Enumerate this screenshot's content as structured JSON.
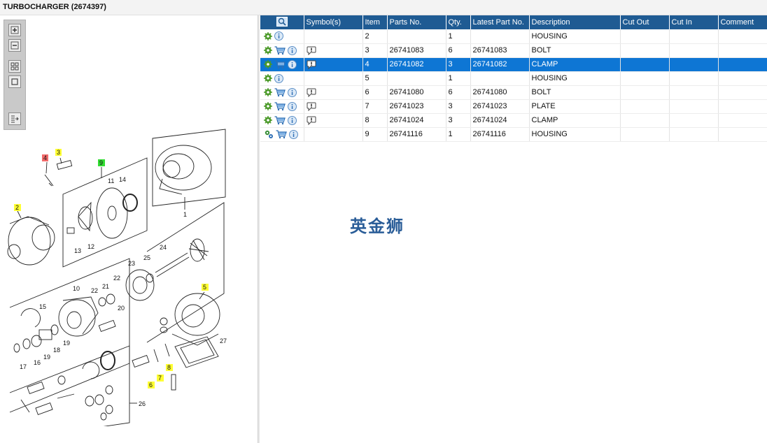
{
  "window": {
    "title": "TURBOCHARGER (2674397)"
  },
  "zoom_toolbar": {
    "buttons": [
      "zoom-in-icon",
      "zoom-out-icon",
      "fit-all-icon",
      "fit-page-icon",
      "export-icon"
    ]
  },
  "table": {
    "columns": [
      "",
      "Symbol(s)",
      "Item",
      "Parts No.",
      "Qty.",
      "Latest Part No.",
      "Description",
      "Cut Out",
      "Cut In",
      "Comment"
    ],
    "rows": [
      {
        "item": "2",
        "parts_no": "",
        "qty": "1",
        "latest": "",
        "description": "HOUSING",
        "cart": false,
        "note": false,
        "multi": false
      },
      {
        "item": "3",
        "parts_no": "26741083",
        "qty": "6",
        "latest": "26741083",
        "description": "BOLT",
        "cart": true,
        "note": true,
        "multi": false
      },
      {
        "item": "4",
        "parts_no": "26741082",
        "qty": "3",
        "latest": "26741082",
        "description": "CLAMP",
        "cart": true,
        "note": true,
        "multi": false,
        "selected": true
      },
      {
        "item": "5",
        "parts_no": "",
        "qty": "1",
        "latest": "",
        "description": "HOUSING",
        "cart": false,
        "note": false,
        "multi": false
      },
      {
        "item": "6",
        "parts_no": "26741080",
        "qty": "6",
        "latest": "26741080",
        "description": "BOLT",
        "cart": true,
        "note": true,
        "multi": false
      },
      {
        "item": "7",
        "parts_no": "26741023",
        "qty": "3",
        "latest": "26741023",
        "description": "PLATE",
        "cart": true,
        "note": true,
        "multi": false
      },
      {
        "item": "8",
        "parts_no": "26741024",
        "qty": "3",
        "latest": "26741024",
        "description": "CLAMP",
        "cart": true,
        "note": true,
        "multi": false
      },
      {
        "item": "9",
        "parts_no": "26741116",
        "qty": "1",
        "latest": "26741116",
        "description": "HOUSING",
        "cart": true,
        "note": false,
        "multi": true
      }
    ]
  },
  "watermark": "英金狮",
  "drawing": {
    "callouts": {
      "c1": "1",
      "c2": "2",
      "c3": "3",
      "c4": "4",
      "c5": "5",
      "c6": "6",
      "c7": "7",
      "c8": "8",
      "c9": "9",
      "c10": "10",
      "c11": "11",
      "c12": "12",
      "c13": "13",
      "c14": "14",
      "c15": "15",
      "c16": "16",
      "c17": "17",
      "c18": "18",
      "c19a": "19",
      "c19b": "19",
      "c20": "20",
      "c21": "21",
      "c22a": "22",
      "c22b": "22",
      "c23": "23",
      "c24": "24",
      "c25": "25",
      "c26": "26",
      "c27": "27"
    },
    "colors": {
      "yellow": "#ffff33",
      "red": "#f26b6b",
      "green": "#33dd33"
    }
  }
}
